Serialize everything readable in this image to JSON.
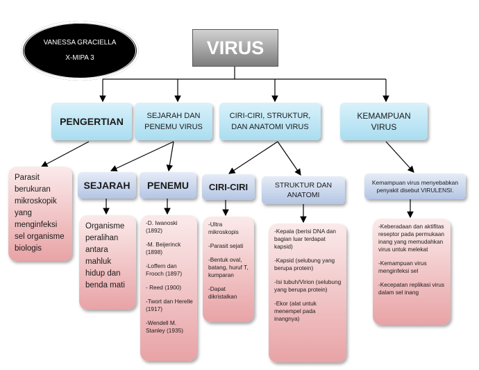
{
  "author": {
    "name": "VANESSA GRACIELLA",
    "class": "X-MIPA 3"
  },
  "title": "VIRUS",
  "categories": {
    "pengertian": "PENGERTIAN",
    "sejarah_penemu": "SEJARAH DAN PENEMU VIRUS",
    "ciri_struktur": "CIRI-CIRI, STRUKTUR, DAN ANATOMI VIRUS",
    "kemampuan": "KEMAMPUAN VIRUS"
  },
  "subcategories": {
    "sejarah": "SEJARAH",
    "penemu": "PENEMU",
    "ciri_ciri": "CIRI-CIRI",
    "struktur_anatomi": "STRUKTUR DAN ANATOMI",
    "kemampuan_note": "Kemampuan virus menyebabkan penyakit disebut VIRULENSI."
  },
  "details": {
    "pengertian": "Parasit berukuran mikroskopik yang menginfeksi sel organisme biologis",
    "sejarah": "Organisme peralihan antara mahluk hidup dan benda mati",
    "penemu": [
      "-D. Iwanoski (1892)",
      "-M. Beijerinck (1898)",
      "-Loffern dan Frooch (1897)",
      "- Reed (1900)",
      "-Twort dan Herelle (1917)",
      "-Wendell M. Stanley (1935)"
    ],
    "ciri_ciri": [
      "-Ultra mikroskopis",
      "-Parasit sejati",
      "-Bentuk oval, batang, huruf T, kumparan",
      "-Dapat dikristalkan"
    ],
    "struktur": [
      "-Kepala (berisi DNA dan bagian luar terdapat kapsid)",
      "-Kapsid (selubung yang berupa protein)",
      "-Isi tubuh/Virion (selubung yang berupa protein)",
      "-Ekor (alat untuk menempel pada inangnya)"
    ],
    "kemampuan": [
      "-Keberadaan dan aktifitas reseptor pada permukaan inang yang memudahkan virus untuk melekat",
      "-Kemampuan virus menginfeksi sel",
      "-Kecepatan replikasi virus dalam sel inang"
    ]
  },
  "colors": {
    "blue_box": "#b8e3f3",
    "pink_box": "#eab0b3",
    "title_box": "#9a9a9a",
    "ellipse": "#000000"
  }
}
